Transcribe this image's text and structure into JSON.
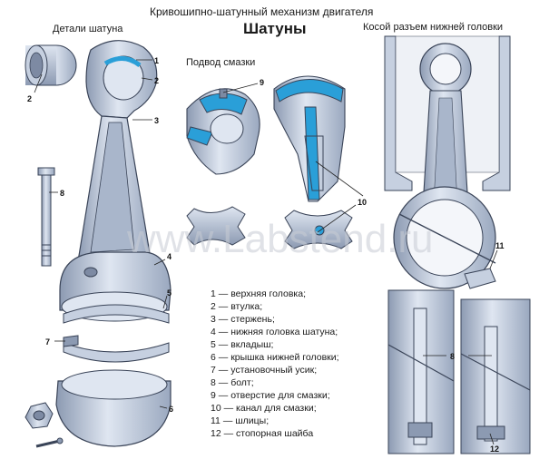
{
  "header": {
    "main_title": "Кривошипно-шатунный механизм двигателя",
    "subtitle": "Шатуны"
  },
  "sections": {
    "parts": "Детали шатуна",
    "oil_feed": "Подвод смазки",
    "oblique_split": "Косой разъем нижней головки"
  },
  "watermark": "www.Labstend.ru",
  "legend": [
    {
      "num": "1",
      "text": "верхняя головка;"
    },
    {
      "num": "2",
      "text": "втулка;"
    },
    {
      "num": "3",
      "text": "стержень;"
    },
    {
      "num": "4",
      "text": "нижняя головка шатуна;"
    },
    {
      "num": "5",
      "text": "вкладыш;"
    },
    {
      "num": "6",
      "text": "крышка нижней головки;"
    },
    {
      "num": "7",
      "text": "установочный усик;"
    },
    {
      "num": "8",
      "text": "болт;"
    },
    {
      "num": "9",
      "text": "отверстие для смазки;"
    },
    {
      "num": "10",
      "text": "канал для смазки;"
    },
    {
      "num": "11",
      "text": "шлицы;"
    },
    {
      "num": "12",
      "text": "стопорная шайба"
    }
  ],
  "callouts": {
    "c1": "1",
    "c2a": "2",
    "c2b": "2",
    "c3": "3",
    "c4": "4",
    "c5": "5",
    "c6": "6",
    "c7": "7",
    "c8a": "8",
    "c8b": "8",
    "c9": "9",
    "c10": "10",
    "c11": "11",
    "c12": "12"
  },
  "colors": {
    "metal_fill": "#b7c3d6",
    "metal_dark": "#8c9ab2",
    "metal_light": "#dfe6f1",
    "outline": "#3a4458",
    "oil_blue": "#2a9fd8",
    "watermark": "#c8ccd4"
  }
}
